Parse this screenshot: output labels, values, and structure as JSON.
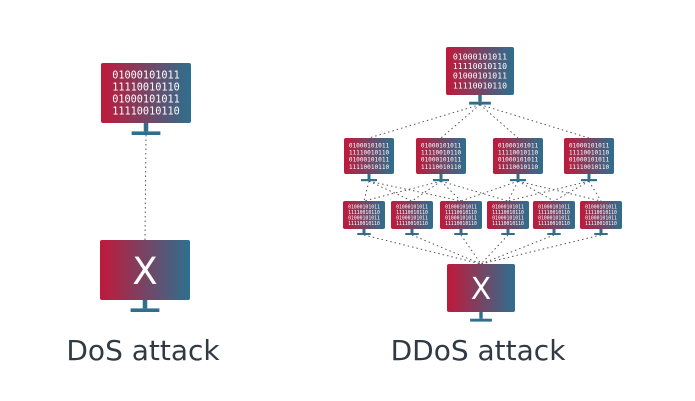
{
  "colors": {
    "red": "#c0193a",
    "blue": "#2e6f8e",
    "stand": "#2e6f8e",
    "link": "#555555",
    "text": "#2f3a44"
  },
  "binary_lines": [
    "01000101011",
    "11110010110",
    "01000101011",
    "11110010110"
  ],
  "target_mark": "X",
  "dos": {
    "label": "DoS attack"
  },
  "ddos": {
    "label": "DDoS attack"
  }
}
